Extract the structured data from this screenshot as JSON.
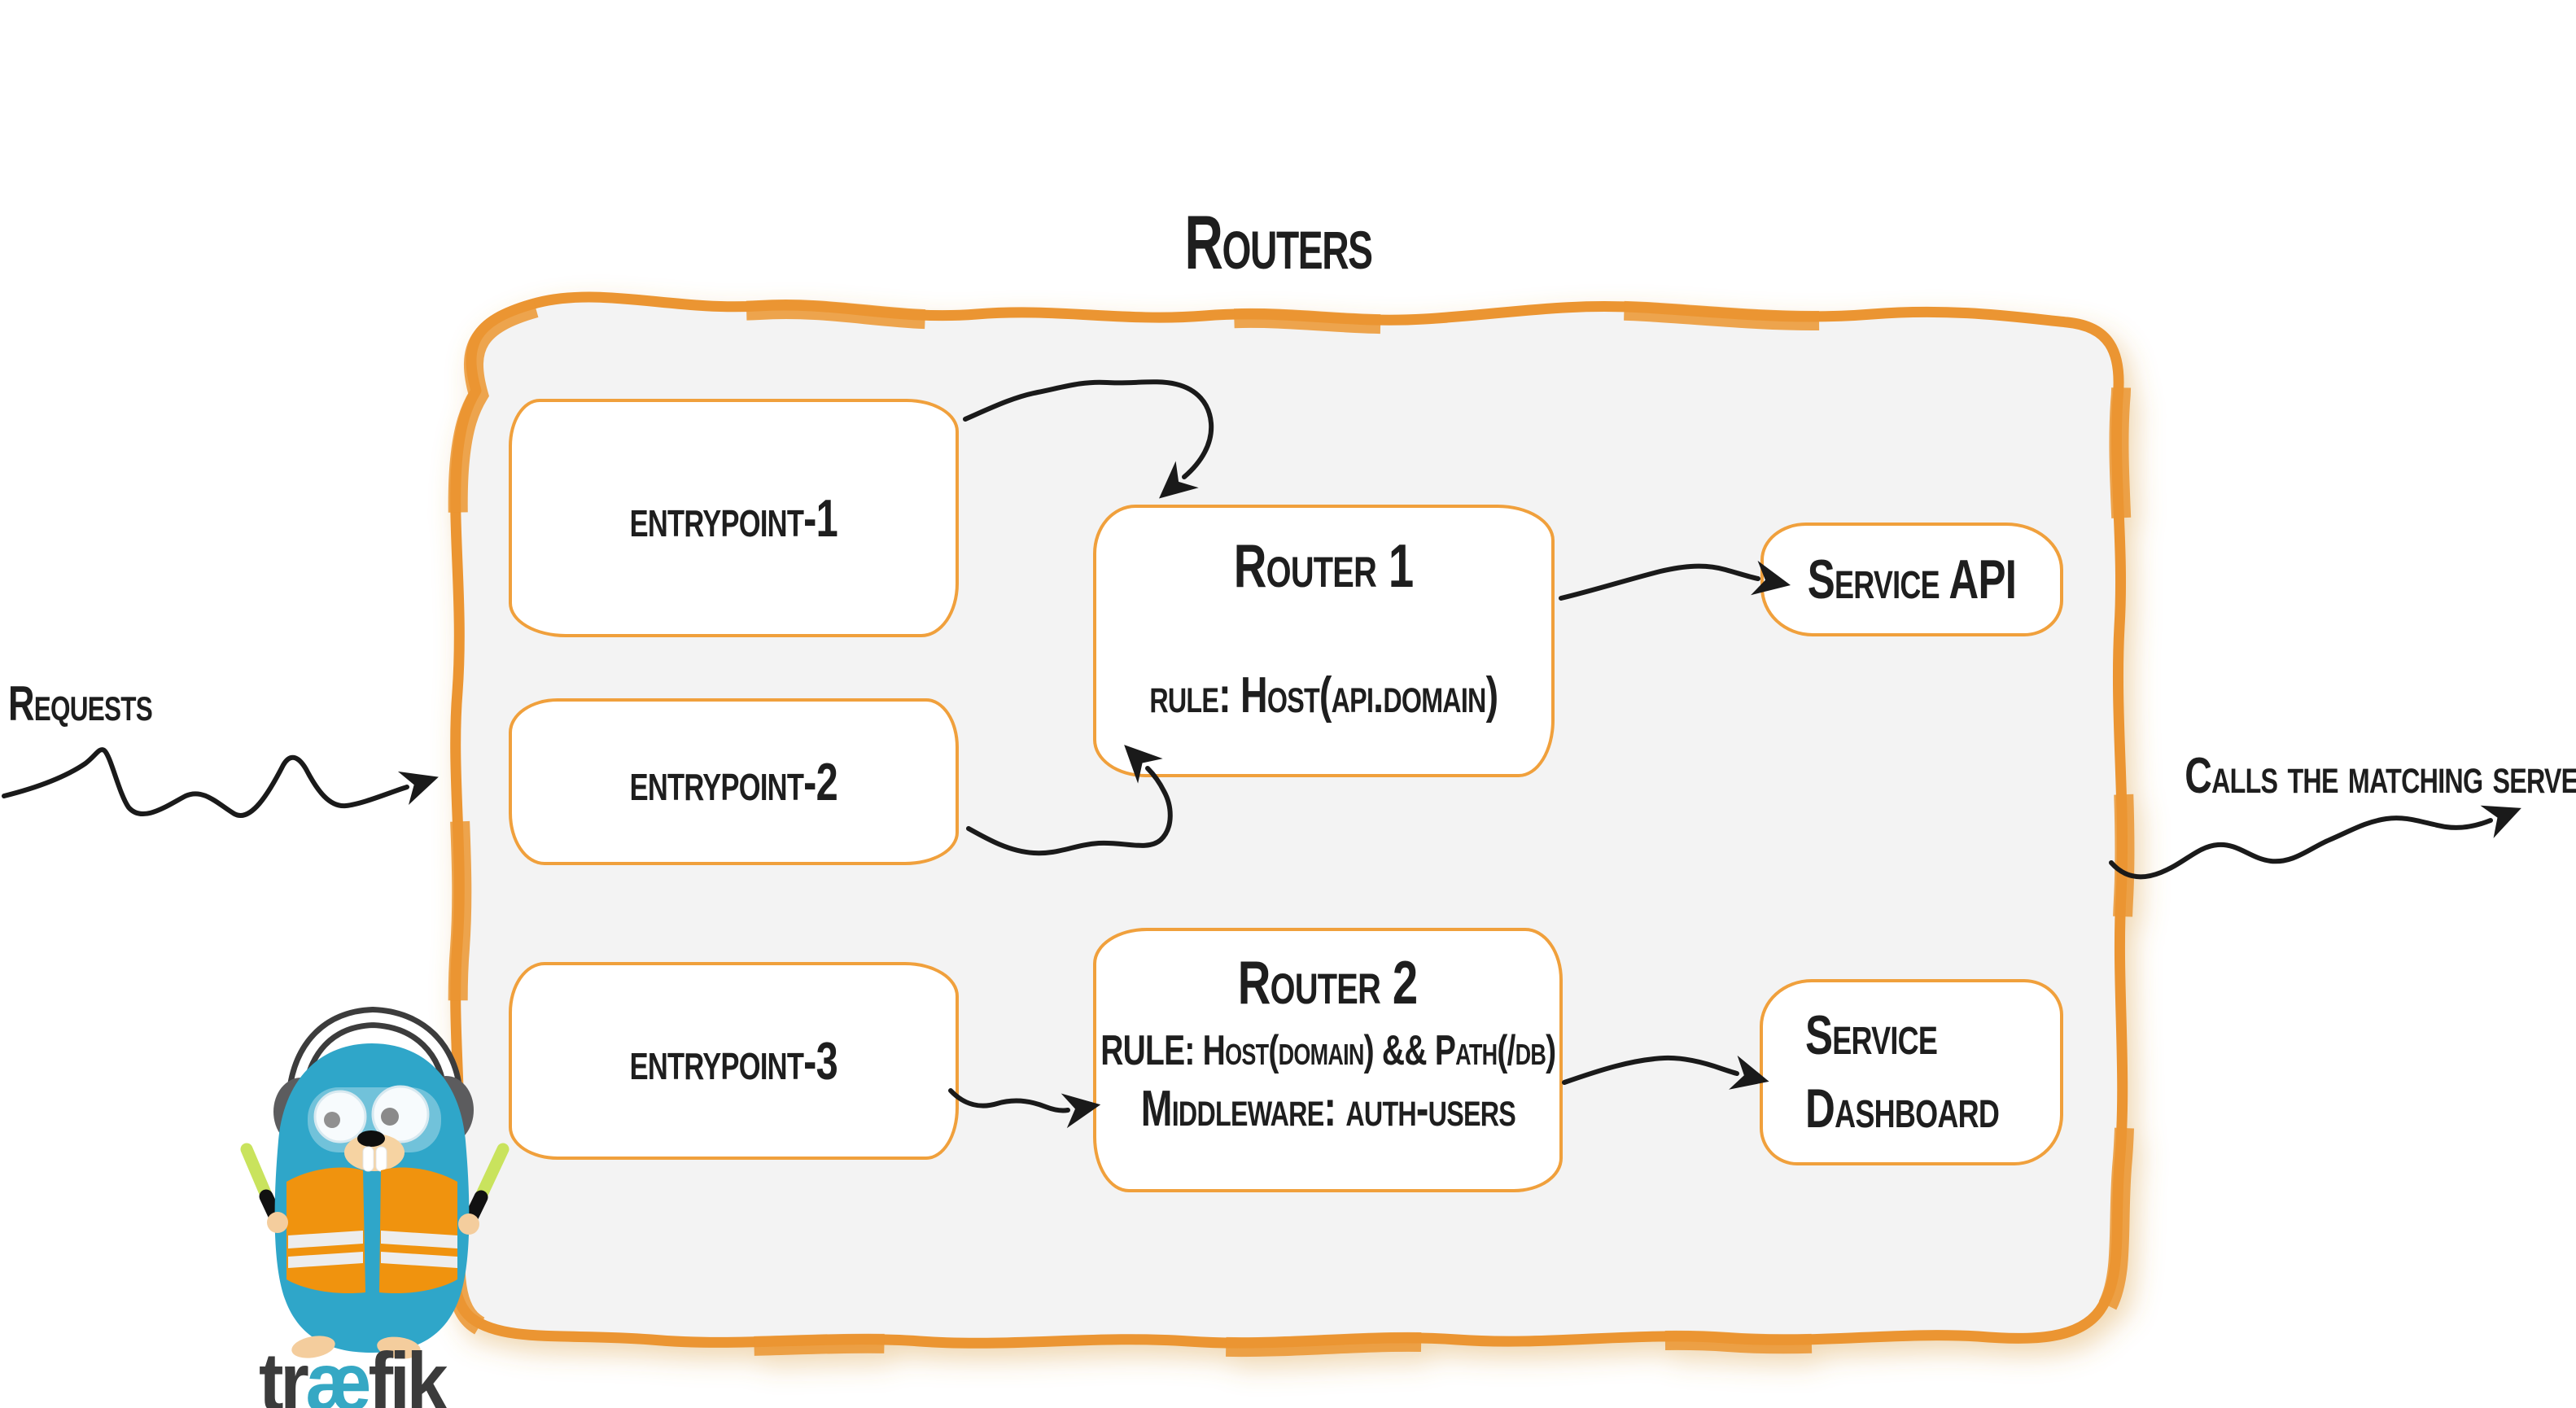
{
  "title": "Routers",
  "annotations": {
    "requests": "Requests",
    "calls_server": "Calls the matching server"
  },
  "entrypoints": [
    {
      "label": "entrypoint-1"
    },
    {
      "label": "entrypoint-2"
    },
    {
      "label": "entrypoint-3"
    }
  ],
  "routers": [
    {
      "title": "Router 1",
      "rule": "rule: Host(api.domain)"
    },
    {
      "title": "Router 2",
      "rule": "RULE: Host(domain) && Path(/db)",
      "middleware": "Middleware: auth-users"
    }
  ],
  "services": [
    {
      "label": "Service API",
      "lines": [
        "Service API"
      ]
    },
    {
      "label": "Service Dashboard",
      "lines": [
        "Service",
        "Dashboard"
      ]
    }
  ],
  "logo": {
    "part1": "tr",
    "part2": "æ",
    "part3": "fik"
  },
  "colors": {
    "container_border": "#EB9530",
    "box_border": "#F0A03C",
    "container_fill": "#F3F3F3",
    "arrow": "#1A1A1A",
    "text": "#1E1E1E",
    "logo_accent": "#35A8C4",
    "logo_text": "#3B3B3B",
    "gopher_body": "#2FA6C9",
    "vest_orange": "#F0930E",
    "wand_green": "#C9E35D"
  }
}
